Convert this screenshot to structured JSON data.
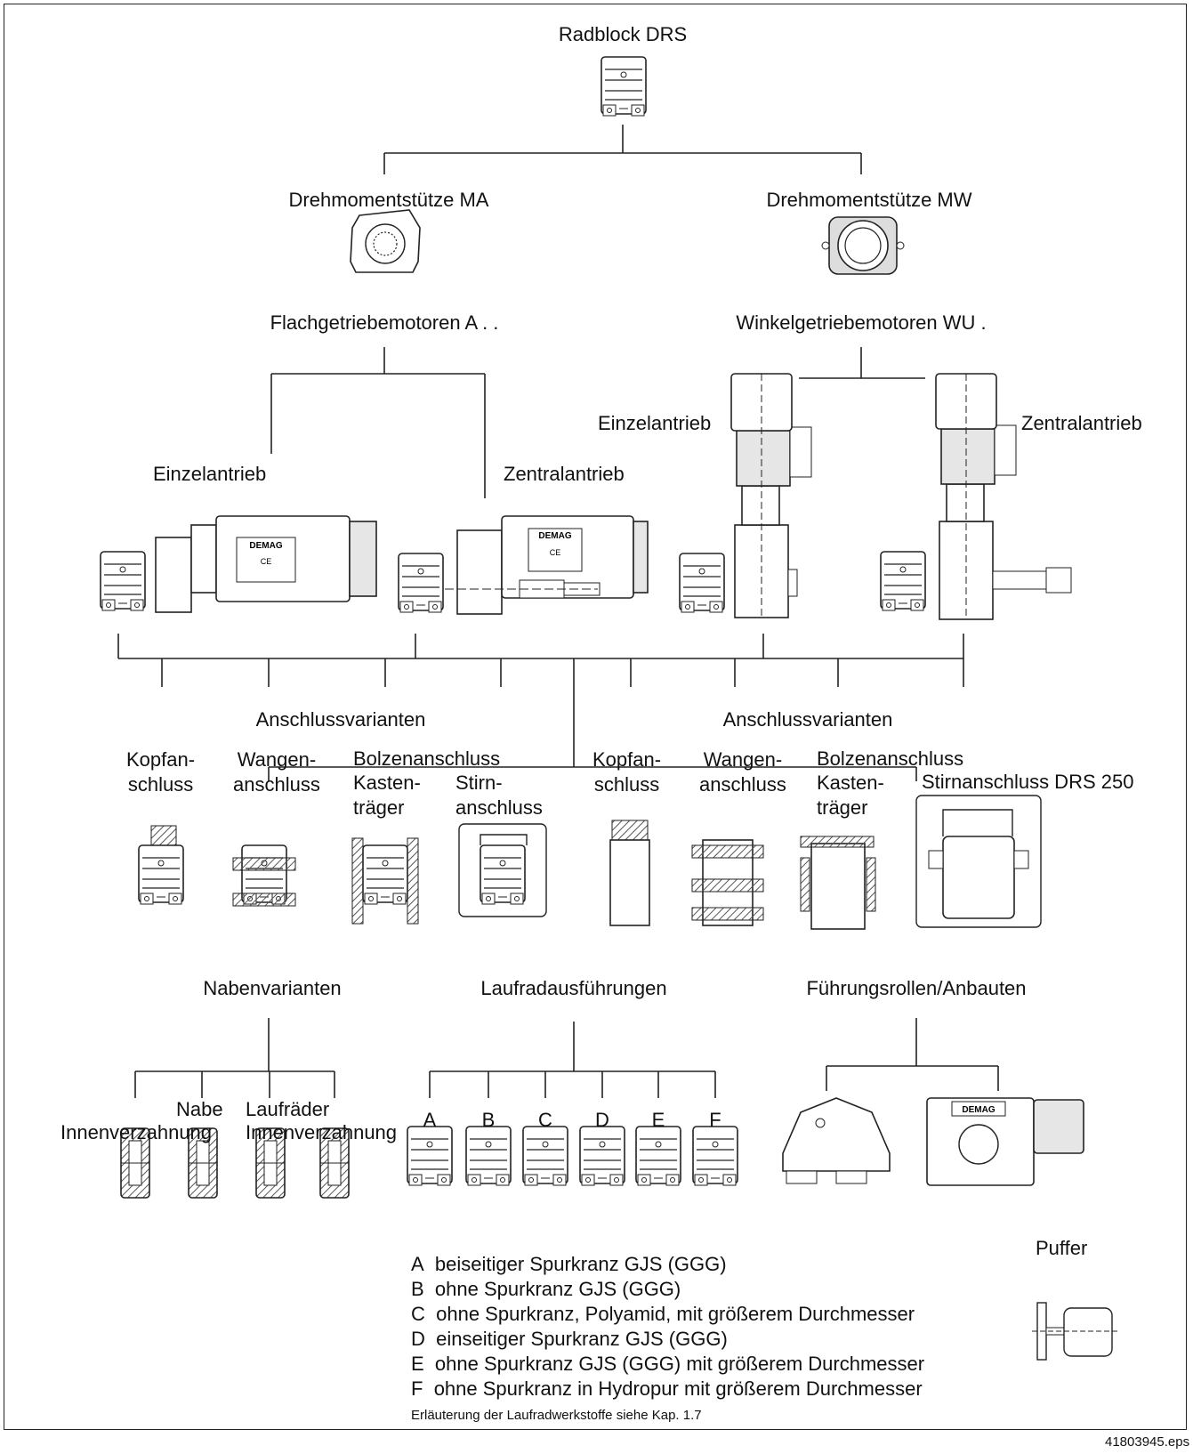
{
  "top": {
    "title": "Radblock DRS"
  },
  "supports": {
    "left": "Drehmomentstütze MA",
    "right": "Drehmomentstütze MW"
  },
  "motors": {
    "left": "Flachgetriebemotoren A . .",
    "right": "Winkelgetriebemotoren WU ."
  },
  "drives": {
    "left_single": "Einzelantrieb",
    "left_central": "Zentralantrieb",
    "right_single": "Einzelantrieb",
    "right_central": "Zentralantrieb",
    "brand_label": "DEMAG",
    "ce_mark": "CE"
  },
  "connections": {
    "left": {
      "heading": "Anschlussvarianten",
      "kopf": "Kopfan-\nschluss",
      "wangen": "Wangen-\nanschluss",
      "bolzen": "Bolzenanschluss",
      "kasten": "Kasten-\nträger",
      "stirn": "Stirn-\nanschluss"
    },
    "right": {
      "heading": "Anschlussvarianten",
      "kopf": "Kopfan-\nschluss",
      "wangen": "Wangen-\nanschluss",
      "bolzen": "Bolzenanschluss",
      "kasten": "Kasten-\nträger",
      "stirn": "Stirnanschluss DRS 250"
    }
  },
  "bottom": {
    "hubs": {
      "heading": "Nabenvarianten",
      "nabe": "Nabe",
      "innen1": "Innenverzahnung",
      "laufraeder": "Laufräder",
      "innen2": "Innenverzahnung"
    },
    "wheels": {
      "heading": "Laufradausführungen",
      "letters": [
        "A",
        "B",
        "C",
        "D",
        "E",
        "F"
      ]
    },
    "guides": {
      "heading": "Führungsrollen/Anbauten"
    },
    "buffer": {
      "label": "Puffer"
    }
  },
  "legend": {
    "items": [
      {
        "letter": "A",
        "text": "beiseitiger Spurkranz GJS (GGG)"
      },
      {
        "letter": "B",
        "text": "ohne Spurkranz GJS (GGG)"
      },
      {
        "letter": "C",
        "text": "ohne Spurkranz, Polyamid, mit größerem Durchmesser"
      },
      {
        "letter": "D",
        "text": "einseitiger Spurkranz GJS (GGG)"
      },
      {
        "letter": "E",
        "text": "ohne Spurkranz GJS (GGG) mit größerem Durchmesser"
      },
      {
        "letter": "F",
        "text": "ohne Spurkranz in Hydropur mit größerem Durchmesser"
      }
    ],
    "note": "Erläuterung der Laufradwerkstoffe siehe Kap. 1.7"
  },
  "file_id": "41803945.eps",
  "colors": {
    "line": "#222222",
    "fill_light": "#e6e6e6",
    "hatch": "#555555"
  }
}
